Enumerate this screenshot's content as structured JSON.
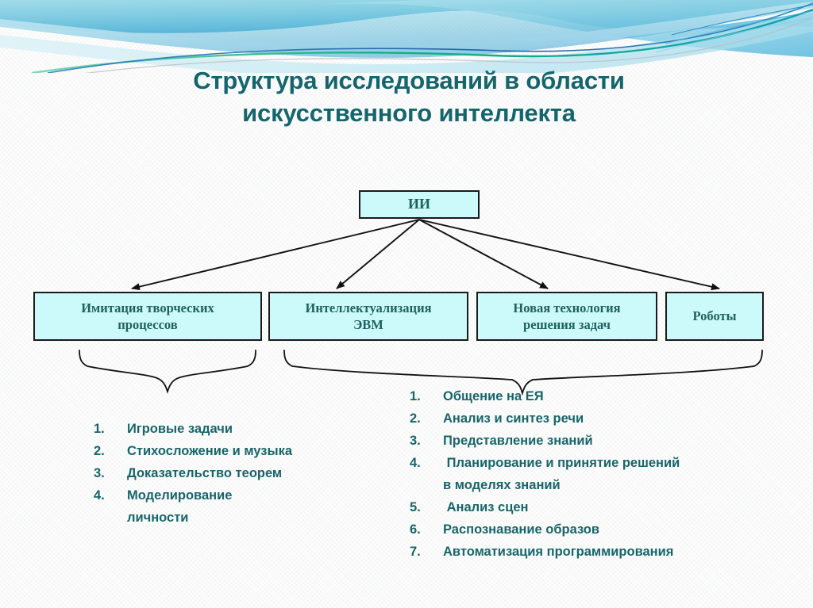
{
  "slide": {
    "title_line1": "Структура исследований в области",
    "title_line2": "искусственного интеллекта",
    "title_color": "#14656e",
    "node_fill": "#CCFAFA",
    "node_border": "#1a1a1a",
    "node_text_color": "#1f6161",
    "list_text_color": "#17656a",
    "header_gradient_from": "#bfeef2",
    "header_gradient_to": "#3ea9d6",
    "header_accent_green": "#18b07a",
    "header_accent_blue": "#1a5fa8"
  },
  "diagram": {
    "root": {
      "label": "ИИ"
    },
    "branches": [
      {
        "id": "imitation",
        "label": "Имитация творческих\nпроцессов"
      },
      {
        "id": "intellect",
        "label": "Интеллектуализация\nЭВМ"
      },
      {
        "id": "newtech",
        "label": "Новая технология\nрешения задач"
      },
      {
        "id": "robots",
        "label": "Роботы"
      }
    ]
  },
  "left_list": {
    "items": [
      {
        "num": "1.",
        "text": "Игровые задачи"
      },
      {
        "num": "2.",
        "text": "Стихосложение и музыка"
      },
      {
        "num": "3.",
        "text": "Доказательство теорем"
      },
      {
        "num": "4.",
        "text": "Моделирование"
      },
      {
        "num": "",
        "text": "личности",
        "continuation": true
      }
    ]
  },
  "right_list": {
    "items": [
      {
        "num": "1.",
        "text": "Общение на ЕЯ"
      },
      {
        "num": "2.",
        "text": "Анализ и синтез речи"
      },
      {
        "num": "3.",
        "text": "Представление знаний"
      },
      {
        "num": "4.",
        "text": " Планирование и принятие решений"
      },
      {
        "num": "",
        "text": "в моделях знаний",
        "continuation": true
      },
      {
        "num": "5.",
        "text": " Анализ сцен"
      },
      {
        "num": "6.",
        "text": "Распознавание образов"
      },
      {
        "num": "7.",
        "text": "Автоматизация программирования"
      }
    ]
  }
}
